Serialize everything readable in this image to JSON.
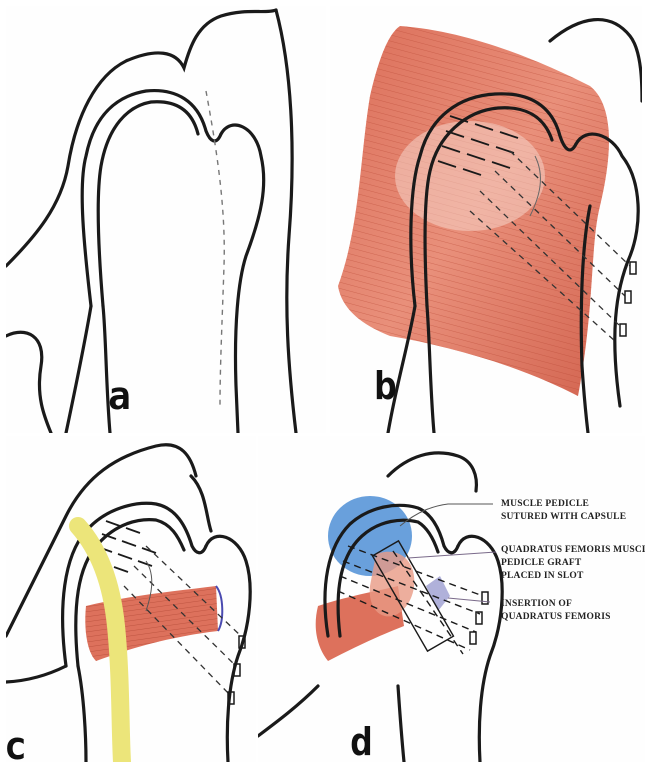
{
  "panels": {
    "a": {
      "label": "a"
    },
    "b": {
      "label": "b"
    },
    "c": {
      "label": "c"
    },
    "d": {
      "label": "d"
    }
  },
  "annotations": {
    "a1": {
      "line1": "MUSCLE PEDICLE",
      "line2": "SUTURED WITH CAPSULE"
    },
    "a2": {
      "line1": "QUADRATUS FEMORIS MUSCLE",
      "line2": "PEDICLE GRAFT",
      "line3": "PLACED IN SLOT"
    },
    "a3": {
      "line1": "INSERTION OF",
      "line2": "QUADRATUS FEMORIS"
    }
  },
  "colors": {
    "outline": "#1a1a1a",
    "muscle": "#d9624a",
    "capsule_blue": "#4f8fd6",
    "vessel_yellow": "#ece57a",
    "graft_lavender": "#a7a8d6"
  }
}
